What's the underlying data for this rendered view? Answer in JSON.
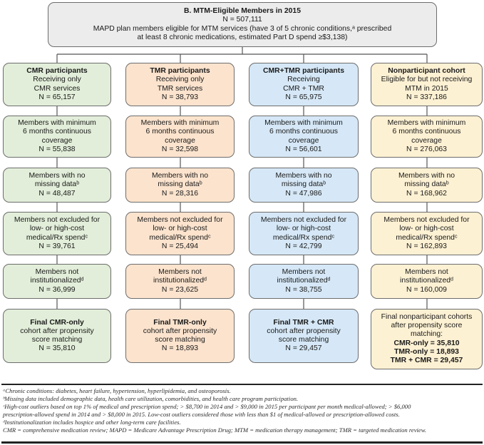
{
  "top": {
    "title": "B. MTM-Eligible Members in 2015",
    "n": "N = 507,111",
    "desc1": "MAPD plan members eligible for MTM services (have 3 of 5 chronic conditions,ᵃ prescribed",
    "desc2": "at least 8 chronic medications, estimated Part D spend ≥$3,138)"
  },
  "columns": [
    {
      "header": {
        "title": "CMR participants",
        "lines": [
          "Receiving only",
          "CMR services"
        ],
        "n": "N = 65,157"
      },
      "coverage": {
        "lines": [
          "Members with minimum",
          "6 months continuous",
          "coverage"
        ],
        "n": "N = 55,838"
      },
      "missing": {
        "lines": [
          "Members with no",
          "missing dataᵇ"
        ],
        "n": "N = 48,487"
      },
      "excluded": {
        "lines": [
          "Members not excluded for",
          "low- or high-cost",
          "medical/Rx spendᶜ"
        ],
        "n": "N = 39,761"
      },
      "inst": {
        "lines": [
          "Members not",
          "institutionalizedᵈ"
        ],
        "n": "N = 36,999"
      },
      "final": {
        "title": "Final CMR-only",
        "lines": [
          "cohort after propensity",
          "score matching"
        ],
        "n": "N = 35,810"
      }
    },
    {
      "header": {
        "title": "TMR participants",
        "lines": [
          "Receiving only",
          "TMR services"
        ],
        "n": "N = 38,793"
      },
      "coverage": {
        "lines": [
          "Members with minimum",
          "6 months continuous",
          "coverage"
        ],
        "n": "N = 32,598"
      },
      "missing": {
        "lines": [
          "Members with no",
          "missing dataᵇ"
        ],
        "n": "N = 28,316"
      },
      "excluded": {
        "lines": [
          "Members not excluded for",
          "low- or high-cost",
          "medical/Rx spendᶜ"
        ],
        "n": "N = 25,494"
      },
      "inst": {
        "lines": [
          "Members not",
          "institutionalizedᵈ"
        ],
        "n": "N = 23,625"
      },
      "final": {
        "title": "Final TMR-only",
        "lines": [
          "cohort after propensity",
          "score matching"
        ],
        "n": "N = 18,893"
      }
    },
    {
      "header": {
        "title": "CMR+TMR participants",
        "lines": [
          "Receiving",
          "CMR + TMR"
        ],
        "n": "N = 65,975"
      },
      "coverage": {
        "lines": [
          "Members with minimum",
          "6 months continuous",
          "coverage"
        ],
        "n": "N = 56,601"
      },
      "missing": {
        "lines": [
          "Members with no",
          "missing dataᵇ"
        ],
        "n": "N = 47,986"
      },
      "excluded": {
        "lines": [
          "Members not excluded for",
          "low- or high-cost",
          "medical/Rx spendᶜ"
        ],
        "n": "N = 42,799"
      },
      "inst": {
        "lines": [
          "Members not",
          "institutionalizedᵈ"
        ],
        "n": "N = 38,755"
      },
      "final": {
        "title": "Final TMR + CMR",
        "lines": [
          "cohort after propensity",
          "score matching"
        ],
        "n": "N = 29,457"
      }
    },
    {
      "header": {
        "title": "Nonparticipant cohort",
        "lines": [
          "Eligible for but not receiving",
          "MTM in 2015"
        ],
        "n": "N = 337,186"
      },
      "coverage": {
        "lines": [
          "Members with minimum",
          "6 months continuous",
          "coverage"
        ],
        "n": "N = 276,063"
      },
      "missing": {
        "lines": [
          "Members with no",
          "missing dataᵇ"
        ],
        "n": "N = 168,962"
      },
      "excluded": {
        "lines": [
          "Members not excluded for",
          "low- or high-cost",
          "medical/Rx spendᶜ"
        ],
        "n": "N = 162,893"
      },
      "inst": {
        "lines": [
          "Members not",
          "institutionalizedᵈ"
        ],
        "n": "N = 160,009"
      },
      "final": {
        "lines": [
          "Final nonparticipant cohorts",
          "after propensity score",
          "matching:"
        ],
        "bold": [
          "CMR-only = 35,810",
          "TMR-only = 18,893",
          "TMR + CMR = 29,457"
        ]
      }
    }
  ],
  "footnotes": [
    "ᵃChronic conditions: diabetes, heart failure, hypertension, hyperlipidemia, and osteoporosis.",
    "ᵇMissing data included demographic data, health care utilization, comorbidities, and health care program participation.",
    "ᶜHigh-cost outliers based on top 1% of medical and prescription spend; > $8,700 in 2014 and > $9,000 in 2015 per participant per month medical-allowed; > $6,000",
    "prescription-allowed spend in 2014 and > $8,000 in 2015. Low-cost outliers considered those with less than $1 of medical-allowed or prescription-allowed costs.",
    "ᵈInstitutionalization includes hospice and other long-term care facilities.",
    "CMR = comprehensive medication review; MAPD = Medicare Advantage Prescription Drug; MTM = medication therapy management; TMR = targeted medication review."
  ],
  "colors": {
    "green": "#e2eed9",
    "orange": "#fbe3cd",
    "blue": "#d6e8f7",
    "yellow": "#fdf1d3",
    "top": "#ececec"
  }
}
